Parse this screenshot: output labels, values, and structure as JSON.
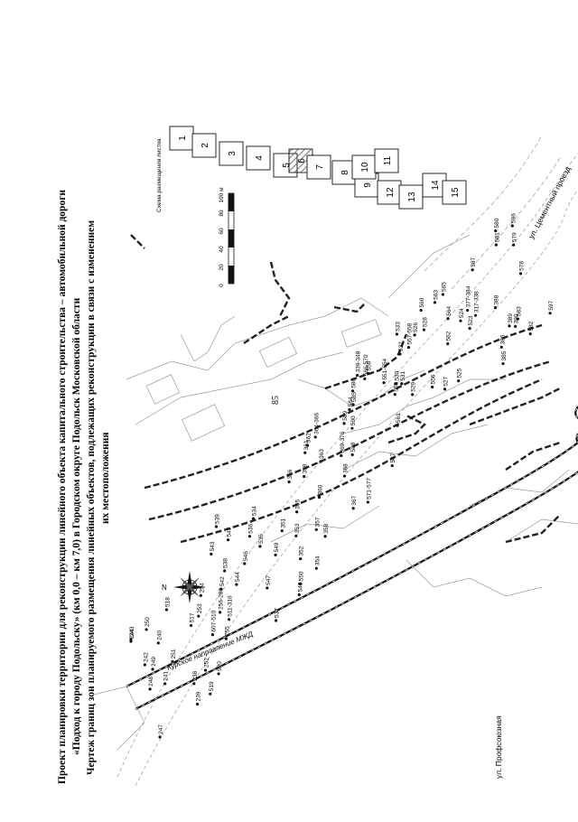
{
  "page_number": "85",
  "title": {
    "line1": "Проект планировки территории для реконструкции линейного объекта капитального строительства – автомобильной дороги",
    "line2": "«Подход к городу Подольску» (км 0,0 – км 7,0) в Городском округе Подольск Московской области",
    "line3": "Чертеж границ зон планируемого размещения линейных объектов, подлежащих реконструкции в связи с изменением",
    "line4": "их местоположения"
  },
  "scale_bar": {
    "ticks": [
      "0",
      "20",
      "40",
      "60",
      "80",
      "100 м"
    ]
  },
  "sheet_scheme": {
    "caption": "Схема размещения листов",
    "sheets": [
      "1",
      "2",
      "3",
      "4",
      "5",
      "6",
      "7",
      "8",
      "9",
      "10",
      "11",
      "12",
      "13",
      "14",
      "15"
    ],
    "current_sheet": "6"
  },
  "street_labels": {
    "cement": "ул. Цементный проезд",
    "railway": "Курское направление МЖД",
    "profsoyuz": "ул. Профсоюзная"
  },
  "compass": {
    "north": "N"
  },
  "point_labels": [
    "244",
    "247",
    "243",
    "248",
    "242",
    "249",
    "241",
    "250",
    "240",
    "251",
    "239",
    "238",
    "518",
    "519",
    "252",
    "517",
    "520",
    "253",
    "607-510",
    "254",
    "255",
    "256-280",
    "511-316",
    "542",
    "543",
    "538",
    "544",
    "539",
    "545",
    "546",
    "537",
    "547",
    "536",
    "535",
    "534",
    "549",
    "548",
    "550",
    "351",
    "352",
    "353",
    "354",
    "355",
    "356",
    "357",
    "358",
    "359",
    "360",
    "361",
    "362",
    "363",
    "364-366",
    "367",
    "368",
    "369-376",
    "571-577",
    "588",
    "589",
    "590",
    "584",
    "585",
    "586",
    "587",
    "339-348",
    "566-570",
    "559",
    "561",
    "551-554",
    "555",
    "530",
    "531",
    "529",
    "532",
    "533",
    "557-558",
    "556",
    "526",
    "527",
    "528",
    "560",
    "525",
    "562",
    "563",
    "564",
    "565",
    "524",
    "523",
    "377-384",
    "317-338",
    "385",
    "386",
    "387",
    "388",
    "389",
    "390",
    "583",
    "582",
    "581",
    "580",
    "578",
    "579",
    "597",
    "596"
  ],
  "colors": {
    "background": "#ffffff",
    "ink": "#111111",
    "faint": "#9a9a9a",
    "zone": "#222222",
    "hatch_current": "#555555"
  }
}
